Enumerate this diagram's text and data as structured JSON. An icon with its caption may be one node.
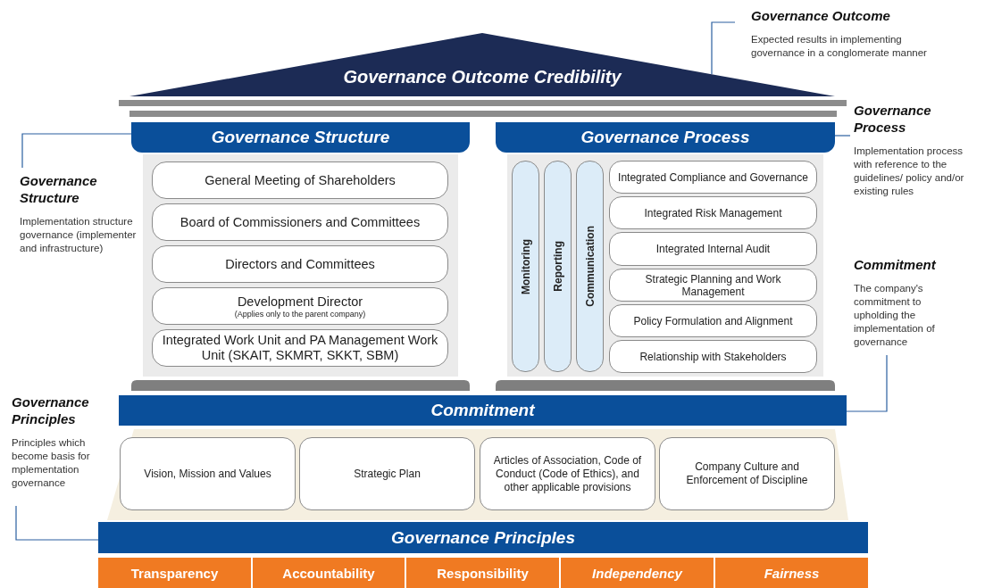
{
  "diagram": {
    "nodes": [
      {
        "text": [
          "Governance Outcome Credibility"
        ]
      },
      {
        "text": [
          "Governance Structure"
        ]
      },
      {
        "text": [
          "General Meeting of Shareholders"
        ],
        "in": 1
      },
      {
        "text": [
          "Board of Commissioners and Committees"
        ],
        "in": 1
      },
      {
        "text": [
          "Directors and Committees"
        ],
        "in": 1
      },
      {
        "text": [
          "Development Director",
          "(Applies only to the parent company)"
        ],
        "in": 1
      },
      {
        "text": [
          "Integrated Work Unit and PA Management Work Unit (SKAIT, SKMRT, SKKT, SBM)"
        ],
        "in": 1
      },
      {
        "text": [
          "Governance Process"
        ]
      },
      {
        "text": [
          "Monitoring"
        ],
        "in": 7
      },
      {
        "text": [
          "Reporting"
        ],
        "in": 7
      },
      {
        "text": [
          "Communication"
        ],
        "in": 7
      },
      {
        "text": [
          "Integrated Compliance and Governance"
        ],
        "in": 7
      },
      {
        "text": [
          "Integrated Risk Management"
        ],
        "in": 7
      },
      {
        "text": [
          "Integrated Internal Audit"
        ],
        "in": 7
      },
      {
        "text": [
          "Strategic Planning and Work Management"
        ],
        "in": 7
      },
      {
        "text": [
          "Policy Formulation and Alignment"
        ],
        "in": 7
      },
      {
        "text": [
          "Relationship with Stakeholders"
        ],
        "in": 7
      },
      {
        "text": [
          "Commitment"
        ]
      },
      {
        "text": [
          "Vision, Mission and Values"
        ]
      },
      {
        "text": [
          "Strategic Plan"
        ]
      },
      {
        "text": [
          "Articles of Association, Code of Conduct (Code of Ethics), and other applicable provisions"
        ]
      },
      {
        "text": [
          "Company Culture and Enforcement of Discipline"
        ]
      },
      {
        "text": [
          "Governance Principles"
        ]
      },
      {
        "text": [
          "Transparency"
        ]
      },
      {
        "text": [
          "Accountability"
        ]
      },
      {
        "text": [
          "Responsibility"
        ]
      },
      {
        "text": [
          "Independency"
        ]
      },
      {
        "text": [
          "Fairness"
        ]
      },
      {
        "text": [
          "Governance Outcome",
          "Expected results in implementing governance in a conglomerate manner"
        ]
      },
      {
        "text": [
          "Governance Process",
          "Implementation process with reference to the guidelines/ policy and/or existing rules"
        ]
      },
      {
        "text": [
          "Governance Structure",
          "Implementation structure governance (implementer and infrastructure)"
        ]
      },
      {
        "text": [
          "Commitment",
          "The company's commitment to upholding the implementation of governance"
        ]
      },
      {
        "text": [
          "Governance Principles",
          "Principles which become basis for mplementation governance"
        ]
      }
    ],
    "edges": [
      {
        "from": 28,
        "to": 0,
        "arrow": "none"
      },
      {
        "from": 29,
        "to": 7,
        "arrow": "none"
      },
      {
        "from": 30,
        "to": 1,
        "arrow": "none"
      },
      {
        "from": 31,
        "to": 17,
        "arrow": "none"
      },
      {
        "from": 32,
        "to": 22,
        "arrow": "none"
      }
    ]
  }
}
